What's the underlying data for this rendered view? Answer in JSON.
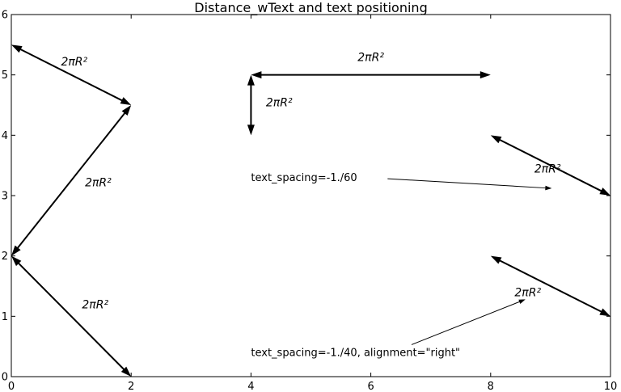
{
  "chart_data": {
    "type": "line",
    "title": "Distance_wText and text positioning",
    "xlabel": "",
    "ylabel": "",
    "xlim": [
      0,
      10
    ],
    "ylim": [
      0,
      6
    ],
    "grid": false,
    "xticks": [
      "0",
      "2",
      "4",
      "6",
      "8",
      "10"
    ],
    "xtick_values": [
      0,
      2,
      4,
      6,
      8,
      10
    ],
    "yticks": [
      "0",
      "1",
      "2",
      "3",
      "4",
      "5",
      "6"
    ],
    "ytick_values": [
      0,
      1,
      2,
      3,
      4,
      5,
      6
    ],
    "colors": {
      "axes": "#000000",
      "arrow": "#000000",
      "text": "#000000",
      "background": "#ffffff"
    },
    "double_arrows": [
      {
        "x1": 0,
        "y1": 5.5,
        "x2": 2,
        "y2": 4.5,
        "label": "2πR²",
        "label_x": 1.05,
        "label_y": 5.22
      },
      {
        "x1": 2,
        "y1": 4.5,
        "x2": 0,
        "y2": 2,
        "label": "2πR²",
        "label_x": 1.45,
        "label_y": 3.22
      },
      {
        "x1": 0,
        "y1": 2,
        "x2": 2,
        "y2": 0,
        "label": "2πR²",
        "label_x": 1.4,
        "label_y": 1.2
      },
      {
        "x1": 4,
        "y1": 5,
        "x2": 8,
        "y2": 5,
        "label": "2πR²",
        "label_x": 6.0,
        "label_y": 5.3
      },
      {
        "x1": 4,
        "y1": 5,
        "x2": 4,
        "y2": 4,
        "label": "2πR²",
        "label_x": 4.47,
        "label_y": 4.55
      },
      {
        "x1": 8,
        "y1": 4,
        "x2": 10,
        "y2": 3,
        "label": "2πR²",
        "label_x": 8.95,
        "label_y": 3.45
      },
      {
        "x1": 8,
        "y1": 2,
        "x2": 10,
        "y2": 1,
        "label": "2πR²",
        "label_x": 8.62,
        "label_y": 1.4
      }
    ],
    "annotations": [
      {
        "text": "text_spacing=-1./60",
        "text_x": 4.0,
        "text_y": 3.3,
        "line": {
          "x1": 6.28,
          "y1": 3.28,
          "x2": 9.02,
          "y2": 3.12
        }
      },
      {
        "text": "text_spacing=-1./40, alignment=\"right\"",
        "text_x": 4.0,
        "text_y": 0.4,
        "line": {
          "x1": 6.68,
          "y1": 0.53,
          "x2": 8.58,
          "y2": 1.28
        }
      }
    ]
  }
}
